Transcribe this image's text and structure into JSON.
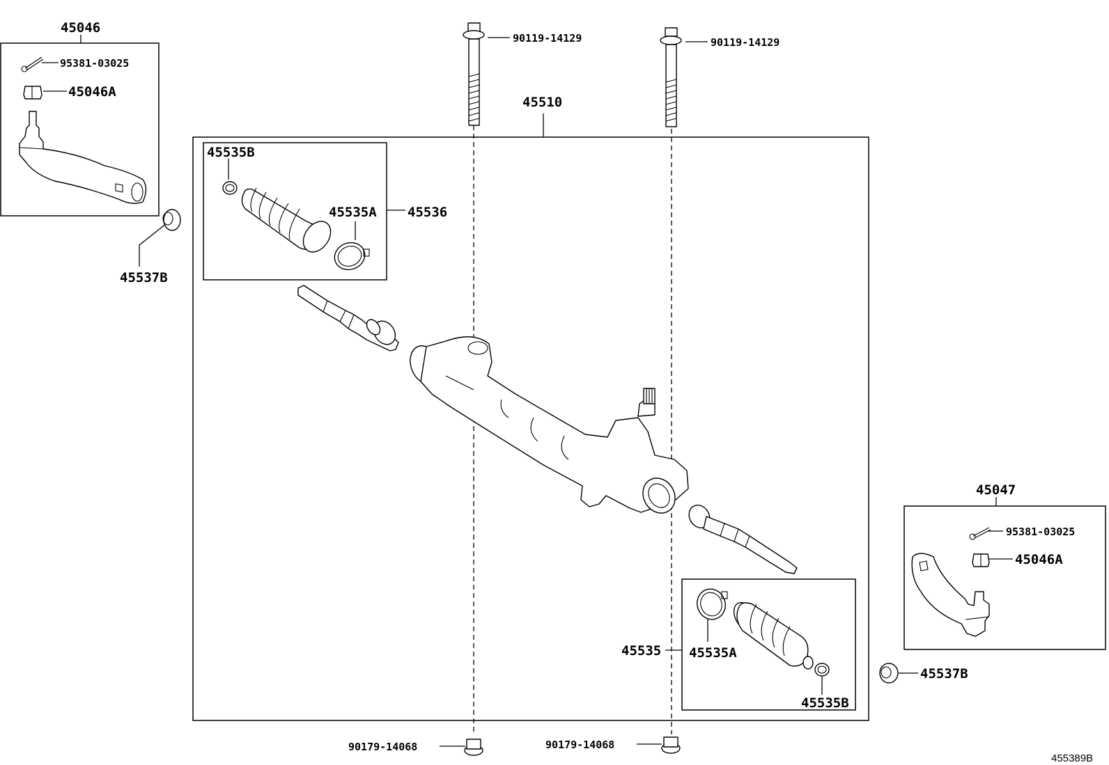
{
  "labels": {
    "tie_rod_end_left": "45046",
    "tie_rod_end_right": "45047",
    "cotter_pin_left": "95381-03025",
    "cotter_pin_right": "95381-03025",
    "nut_left": "45046A",
    "nut_right": "45046A",
    "lock_nut_left": "45537B",
    "lock_nut_right": "45537B",
    "bolt_left": "90119-14129",
    "bolt_right": "90119-14129",
    "gear_assembly": "45510",
    "boot_kit_left": "45536",
    "boot_kit_right": "45535",
    "clip_left": "45535B",
    "clip_right": "45535B",
    "clamp_left": "45535A",
    "clamp_right": "45535A",
    "bottom_nut_left": "90179-14068",
    "bottom_nut_right": "90179-14068",
    "diagram_code": "455389B"
  }
}
